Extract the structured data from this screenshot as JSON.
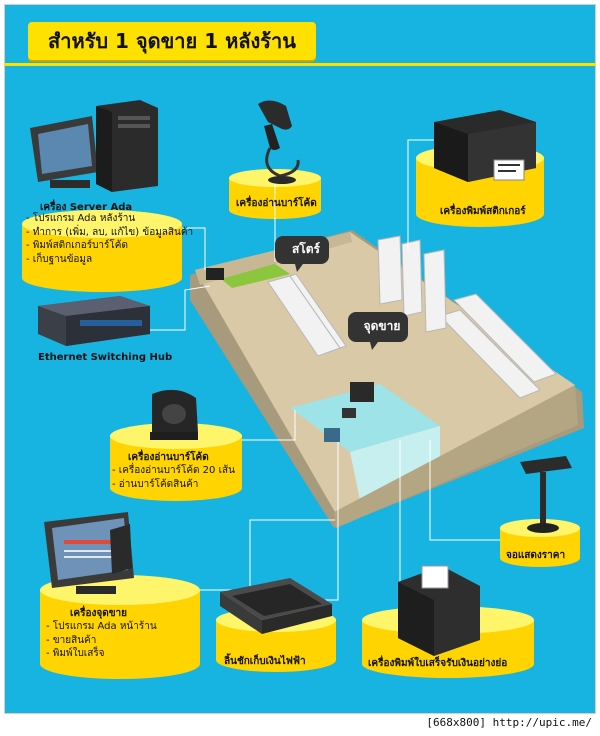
{
  "title": "สำหรับ 1 จุดขาย 1 หลังร้าน",
  "rooms": {
    "store": "สโตร์",
    "pos": "จุดขาย"
  },
  "devices": {
    "server": {
      "label": "เครื่อง Server Ada",
      "bullets": [
        "- โปรแกรม Ada หลังร้าน",
        "- ทำการ (เพิ่ม, ลบ, แก้ไข) ข้อมูลสินค้า",
        "- พิมพ์สติกเกอร์บาร์โค้ด",
        "- เก็บฐานข้อมูล"
      ]
    },
    "barcode_reader_top": {
      "label": "เครื่องอ่านบาร์โค้ด"
    },
    "sticker_printer": {
      "label": "เครื่องพิมพ์สติกเกอร์"
    },
    "switch_hub": {
      "label": "Ethernet Switching Hub"
    },
    "barcode_reader_omni": {
      "label": "เครื่องอ่านบาร์โค้ด",
      "bullets": [
        "- เครื่องอ่านบาร์โค้ด 20 เส้น",
        "- อ่านบาร์โค้ดสินค้า"
      ]
    },
    "price_display": {
      "label": "จอแสดงราคา"
    },
    "pos_terminal": {
      "label": "เครื่องจุดขาย",
      "bullets": [
        "- โปรแกรม Ada หน้าร้าน",
        "- ขายสินค้า",
        "- พิมพ์ใบเสร็จ"
      ]
    },
    "cash_drawer": {
      "label": "ลิ้นชักเก็บเงินไฟฟ้า"
    },
    "receipt_printer": {
      "label": "เครื่องพิมพ์ใบเสร็จรับเงินอย่างย่อ"
    }
  },
  "credit": "[668x800] http://upic.me/",
  "colors": {
    "background": "#17b4e2",
    "accent": "#ffe100",
    "floor": "#d9c9a6"
  }
}
